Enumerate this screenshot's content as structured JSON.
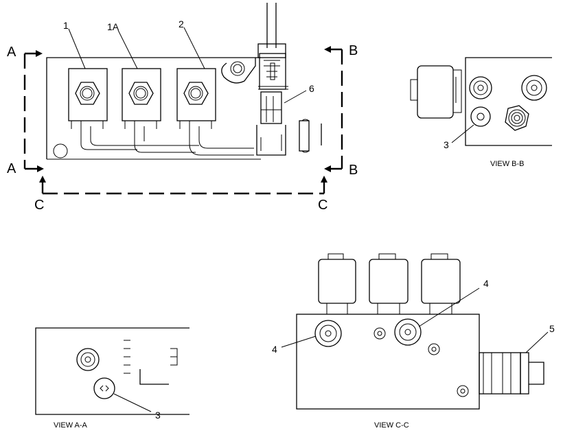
{
  "callouts": {
    "c1": "1",
    "c1a": "1A",
    "c2": "2",
    "c3_bb": "3",
    "c3_aa": "3",
    "c4_left": "4",
    "c4_right": "4",
    "c5": "5",
    "c6": "6"
  },
  "section_markers": {
    "a_top": "A",
    "a_bottom": "A",
    "b_top": "B",
    "b_bottom": "B",
    "c_left": "C",
    "c_right": "C"
  },
  "view_captions": {
    "view_bb": "VIEW B-B",
    "view_aa": "VIEW A-A",
    "view_cc": "VIEW C-C"
  }
}
